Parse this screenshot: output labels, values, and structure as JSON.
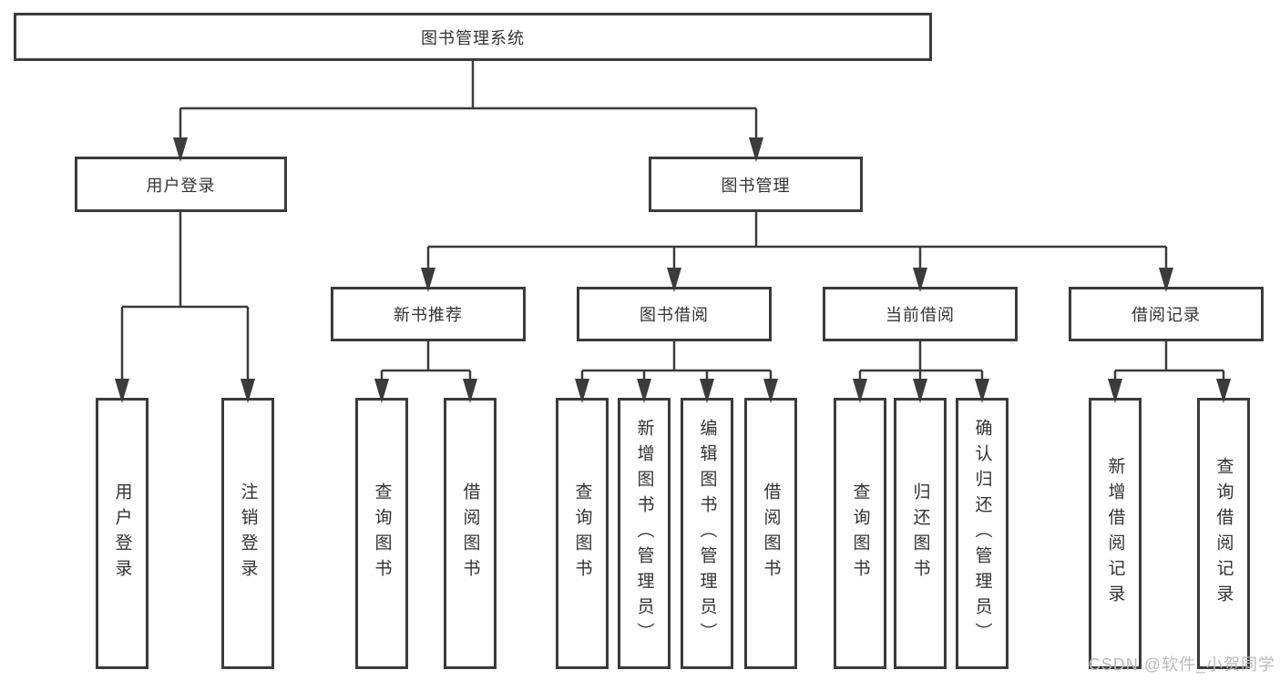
{
  "diagram": {
    "root": {
      "label": "图书管理系统"
    },
    "branches": [
      {
        "label": "用户登录",
        "children": [
          {
            "label": "用户登录"
          },
          {
            "label": "注销登录"
          }
        ]
      },
      {
        "label": "图书管理",
        "children": [
          {
            "label": "新书推荐",
            "children": [
              {
                "label": "查询图书"
              },
              {
                "label": "借阅图书"
              }
            ]
          },
          {
            "label": "图书借阅",
            "children": [
              {
                "label": "查询图书"
              },
              {
                "label": "新增图书（管理员）"
              },
              {
                "label": "编辑图书（管理员）"
              },
              {
                "label": "借阅图书"
              }
            ]
          },
          {
            "label": "当前借阅",
            "children": [
              {
                "label": "查询图书"
              },
              {
                "label": "归还图书"
              },
              {
                "label": "确认归还（管理员）"
              }
            ]
          },
          {
            "label": "借阅记录",
            "children": [
              {
                "label": "新增借阅记录"
              },
              {
                "label": "查询借阅记录"
              }
            ]
          }
        ]
      }
    ]
  },
  "watermark": {
    "text": "CSDN @软件_小贺同学"
  },
  "colors": {
    "line": "#3b3b3b",
    "border": "#3b3b3b",
    "text": "#333333",
    "background": "#ffffff",
    "watermark": "#bbbbbb"
  }
}
